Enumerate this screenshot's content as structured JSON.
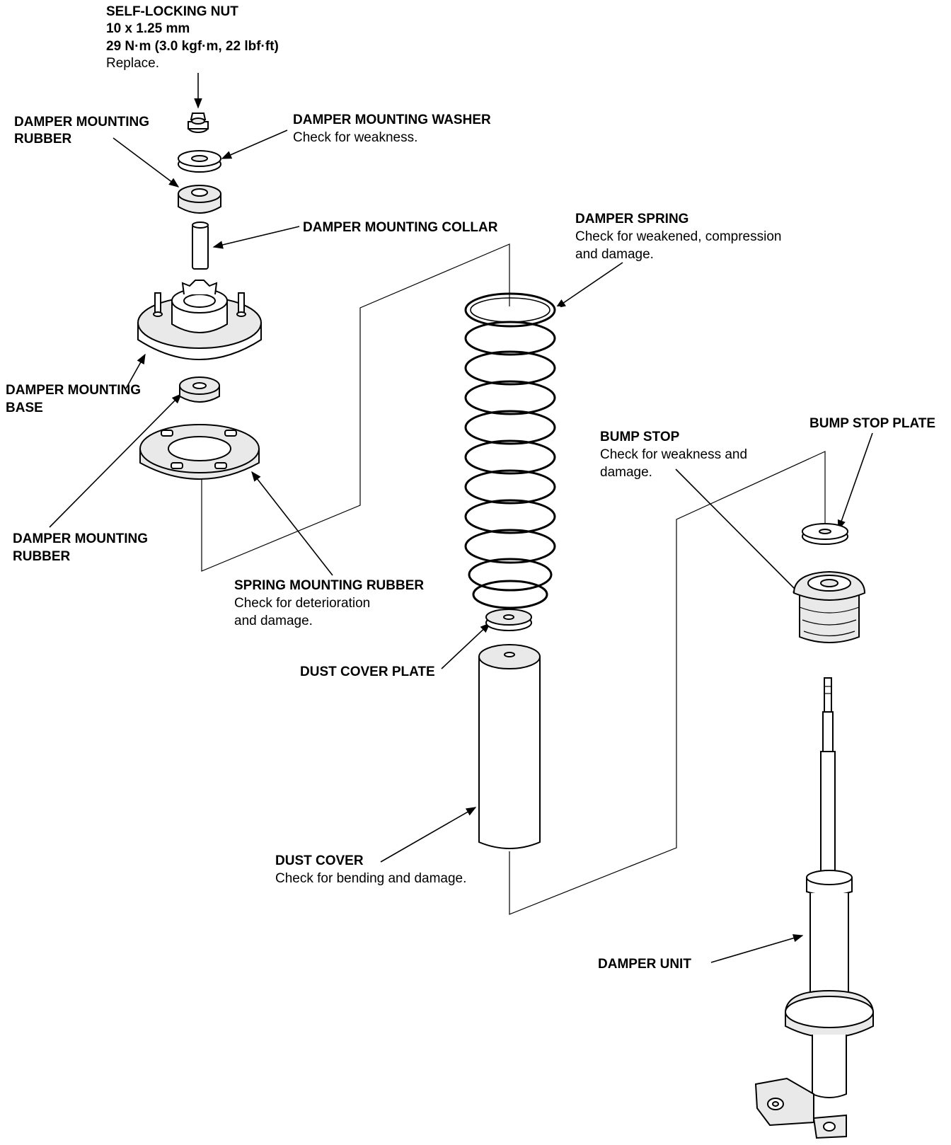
{
  "labels": {
    "self_locking_nut": {
      "title": "SELF-LOCKING NUT",
      "size": "10 x 1.25 mm",
      "torque": "29 N·m (3.0 kgf·m, 22 lbf·ft)",
      "note": "Replace."
    },
    "damper_mounting_rubber_top": {
      "line1": "DAMPER MOUNTING",
      "line2": "RUBBER"
    },
    "damper_mounting_washer": {
      "title": "DAMPER MOUNTING WASHER",
      "note": "Check for weakness."
    },
    "damper_mounting_collar": {
      "title": "DAMPER MOUNTING COLLAR"
    },
    "damper_spring": {
      "title": "DAMPER SPRING",
      "note1": "Check for weakened, compression",
      "note2": "and damage."
    },
    "damper_mounting_base": {
      "line1": "DAMPER MOUNTING",
      "line2": "BASE"
    },
    "damper_mounting_rubber_bottom": {
      "line1": "DAMPER MOUNTING",
      "line2": "RUBBER"
    },
    "spring_mounting_rubber": {
      "title": "SPRING MOUNTING RUBBER",
      "note1": "Check for deterioration",
      "note2": "and damage."
    },
    "dust_cover_plate": {
      "title": "DUST COVER PLATE"
    },
    "dust_cover": {
      "title": "DUST COVER",
      "note": "Check for bending and damage."
    },
    "bump_stop": {
      "title": "BUMP STOP",
      "note1": "Check for weakness and",
      "note2": "damage."
    },
    "bump_stop_plate": {
      "title": "BUMP STOP PLATE"
    },
    "damper_unit": {
      "title": "DAMPER UNIT"
    }
  }
}
